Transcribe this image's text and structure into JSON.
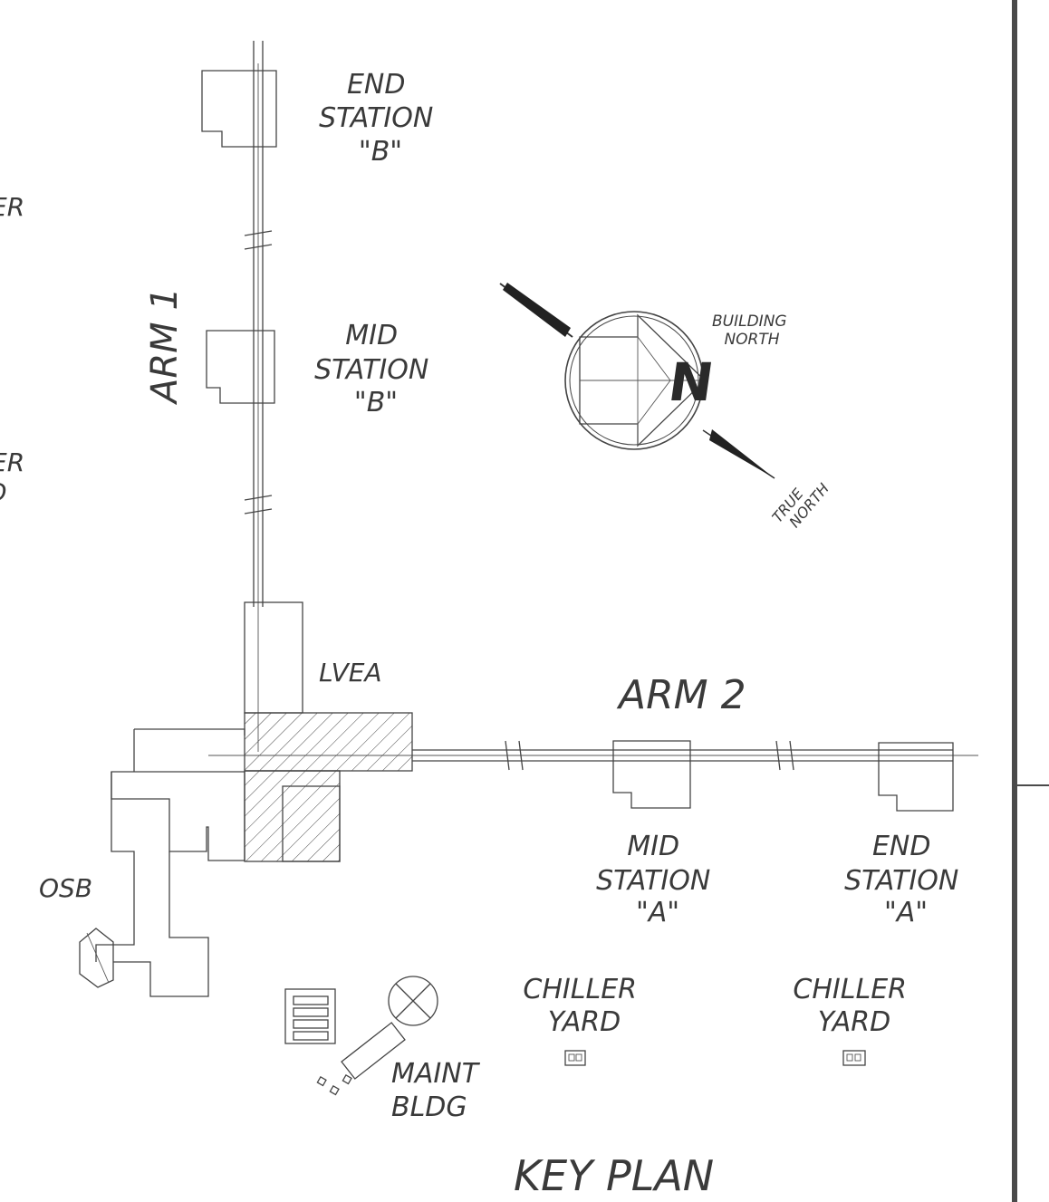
{
  "colors": {
    "ink": "#3a3a3a",
    "paper": "#ffffff",
    "frame": "#4a4a4a"
  },
  "labels": {
    "end_station_b": [
      "END",
      "STATION",
      "\"B\""
    ],
    "mid_station_b": [
      "MID",
      "STATION",
      "\"B\""
    ],
    "arm1": "ARM  1",
    "arm2": "ARM  2",
    "lvea": "LVEA",
    "osb": "OSB",
    "mid_station_a": [
      "MID",
      "STATION",
      "\"A\""
    ],
    "end_station_a": [
      "END",
      "STATION",
      "\"A\""
    ],
    "chiller_yard_1": [
      "CHILLER",
      "YARD"
    ],
    "chiller_yard_2": [
      "CHILLER",
      "YARD"
    ],
    "maint_bldg": [
      "MAINT",
      "BLDG"
    ],
    "building_north": [
      "BUILDING",
      "NORTH"
    ],
    "true_north": [
      "TRUE",
      "NORTH"
    ],
    "key_plan": "KEY  PLAN",
    "edge_fragments": [
      "ER",
      "ER",
      "D"
    ],
    "north_glyph": "N"
  }
}
